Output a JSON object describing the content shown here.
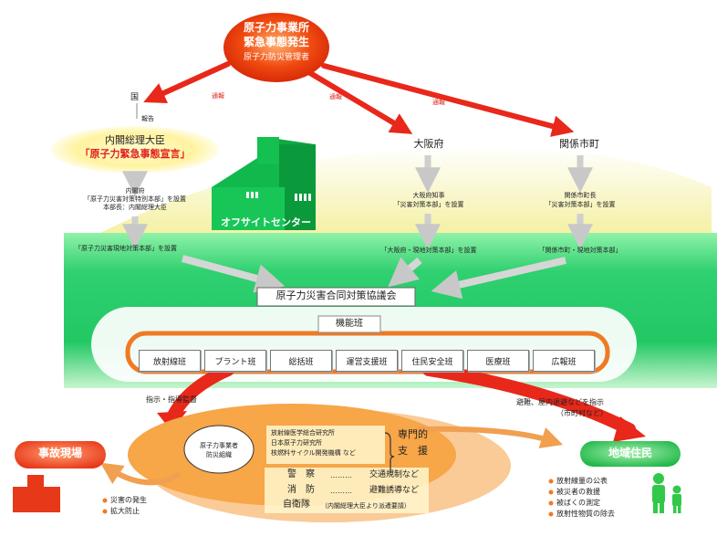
{
  "top_node": {
    "line1": "原子力事業所",
    "line2": "緊急事態発生",
    "line3": "原子力防災管理者"
  },
  "report_labels": {
    "to_kuni": "通報",
    "to_osaka": "通報",
    "to_city": "通報"
  },
  "kuni": {
    "label": "国",
    "report": "報告",
    "pm_line1": "内閣総理大臣",
    "pm_line2": "「原子力緊急事態宣言」",
    "sub1": "内閣府",
    "sub2": "「原子力災害対策特別本部」を設置",
    "sub3": "本部長：内閣総理大臣",
    "onsite": "「原子力災害現地対策本部」を設置"
  },
  "osaka": {
    "title": "大阪府",
    "sub1": "大阪府知事",
    "sub2": "「災害対策本部」を設置",
    "onsite": "「大阪府・現地対策本部」を設置"
  },
  "city": {
    "title": "関係市町",
    "sub1": "関係市町長",
    "sub2": "「災害対策本部」を設置",
    "onsite": "「関係市町・現地対策本部」"
  },
  "offsite_center": "オフサイトセンター",
  "council": "原子力災害合同対策協議会",
  "functional_group": {
    "title": "機能班",
    "teams": [
      "放射線班",
      "プラント班",
      "総括班",
      "運営支援班",
      "住民安全班",
      "医療班",
      "広報班"
    ]
  },
  "instruction_left": "指示・指導監督",
  "instruction_right_1": "避難、屋内退避などを指示",
  "instruction_right_2": "（市町村など）",
  "accident_site": "事故現場",
  "accident_items": [
    "災害の発生",
    "拡大防止"
  ],
  "operator_org": {
    "line1": "原子力事業者",
    "line2": "防災組織"
  },
  "experts": {
    "orgs": [
      "放射線医学総合研究所",
      "日本原子力研究所",
      "核燃料サイクル開発機構 など"
    ],
    "label1": "専門的",
    "label2": "支　援"
  },
  "response_rows": [
    {
      "org": "警　察",
      "dots": "………",
      "task": "交通規制など"
    },
    {
      "org": "消　防",
      "dots": "………",
      "task": "避難誘導など"
    },
    {
      "org": "自衛隊",
      "dots": "",
      "task": "（内閣総理大臣より派遣要請）"
    }
  ],
  "residents": {
    "title": "地域住民",
    "items": [
      "放射線量の公表",
      "被災者の救援",
      "被ばくの測定",
      "放射性物質の除去"
    ]
  },
  "colors": {
    "green": "#22cc66",
    "light_green": "#aef0b4",
    "orange": "#f08a2a",
    "red": "#e8281a"
  }
}
